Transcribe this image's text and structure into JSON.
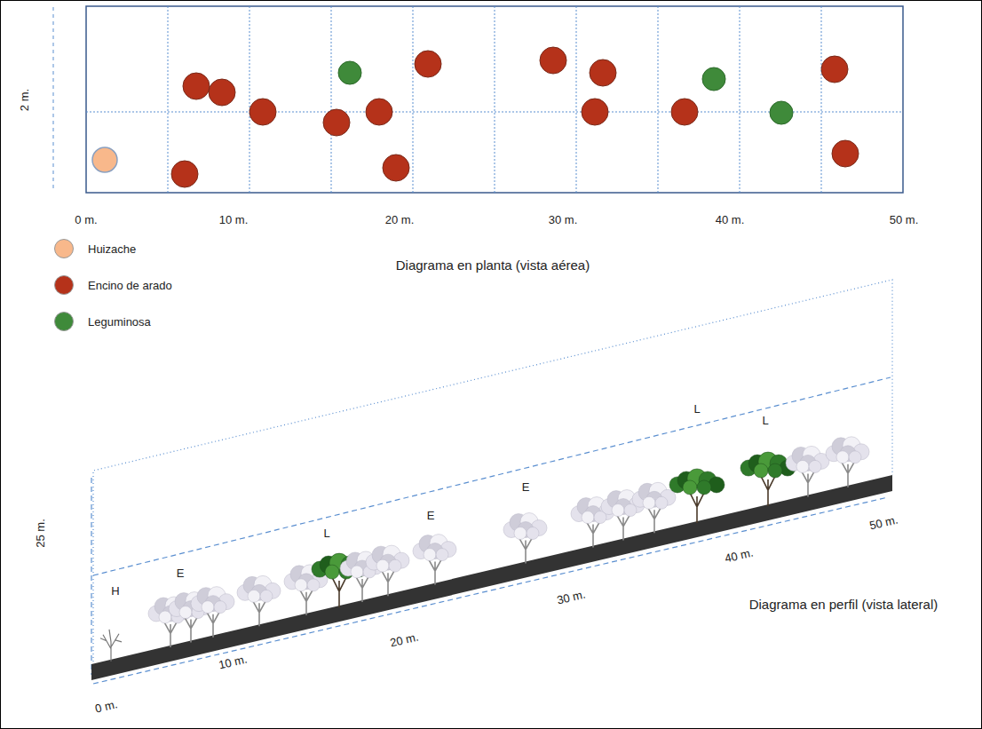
{
  "diagram": {
    "labels": [
      "2 m.",
      "0 m.",
      "10 m.",
      "20 m.",
      "30 m.",
      "40 m.",
      "50 m.",
      "Diagrama en planta (vista aérea)",
      "H",
      "E",
      "L",
      "E",
      "E",
      "L",
      "L",
      "25 m.",
      "50 m.",
      "40 m.",
      "30 m.",
      "20 m.",
      "10 m.",
      "0 m.",
      "Diagrama en perfil (vista lateral)"
    ],
    "legend": [
      {
        "text": "Huizache",
        "color": "#f8b88b"
      },
      {
        "text": "Encino de arado",
        "color": "#b5321a"
      },
      {
        "text": "Leguminosa",
        "color": "#3f8a3a"
      }
    ]
  }
}
